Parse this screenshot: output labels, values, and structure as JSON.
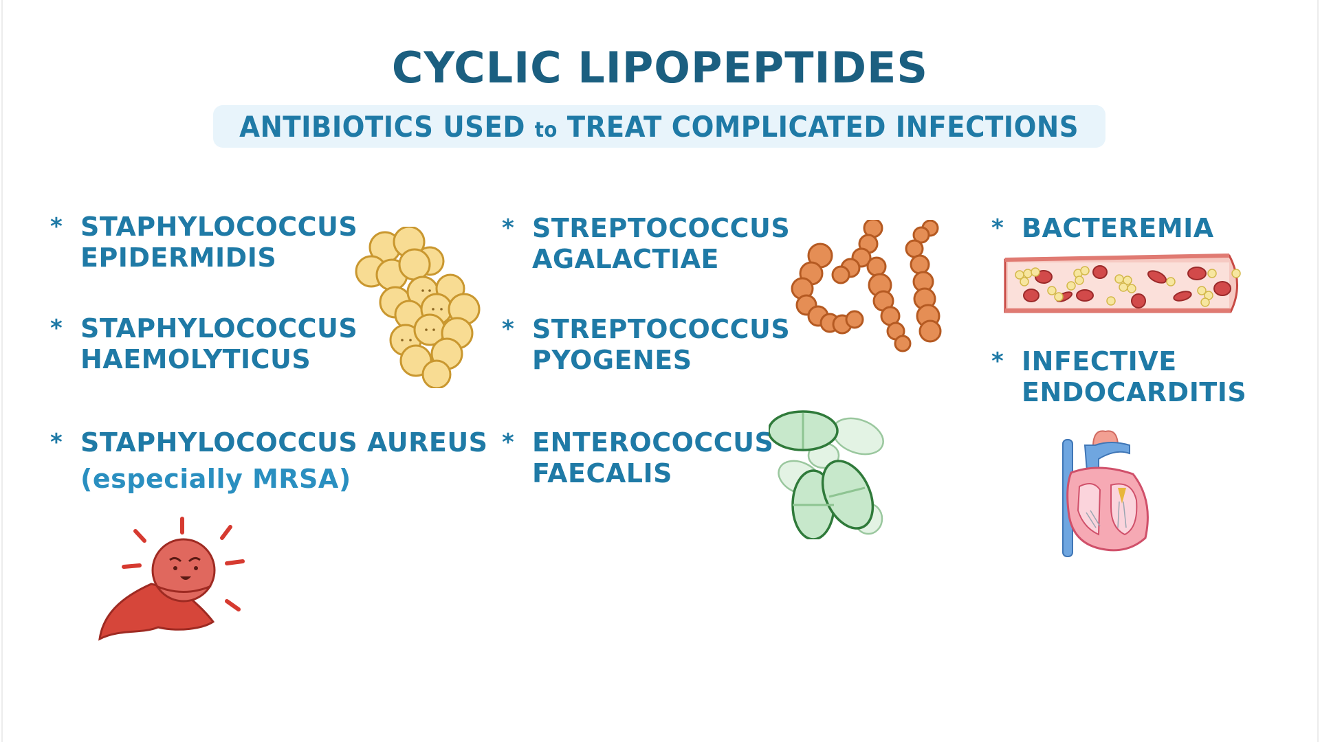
{
  "title": "CYCLIC LIPOPEPTIDES",
  "subtitle": {
    "part1": "ANTIBIOTICS USED ",
    "small": "to",
    "part2": " TREAT COMPLICATED INFECTIONS"
  },
  "bullet_glyph": "*",
  "columns": [
    {
      "heading": "staphylococci",
      "items": [
        {
          "lines": [
            "STAPHYLOCOCCUS",
            "EPIDERMIDIS"
          ]
        },
        {
          "lines": [
            "STAPHYLOCOCCUS",
            "HAEMOLYTICUS"
          ]
        },
        {
          "lines": [
            "STAPHYLOCOCCUS AUREUS"
          ],
          "note": "(especially MRSA)"
        }
      ]
    },
    {
      "heading": "streptococci-enterococci",
      "items": [
        {
          "lines": [
            "STREPTOCOCCUS",
            "AGALACTIAE"
          ]
        },
        {
          "lines": [
            "STREPTOCOCCUS",
            "PYOGENES"
          ]
        },
        {
          "lines": [
            "ENTEROCOCCUS",
            "FAECALIS"
          ]
        }
      ]
    },
    {
      "heading": "conditions",
      "items": [
        {
          "lines": [
            "BACTEREMIA"
          ]
        },
        {
          "lines": [
            "INFECTIVE",
            "ENDOCARDITIS"
          ]
        }
      ]
    }
  ],
  "illustrations": [
    {
      "name": "staphylococcus-cluster",
      "color": "#f5d27a"
    },
    {
      "name": "mrsa-superhero",
      "color": "#d9504a"
    },
    {
      "name": "streptococcus-chains",
      "color": "#e0894f"
    },
    {
      "name": "enterococcus-diplococci",
      "color": "#a9d8b0"
    },
    {
      "name": "blood-vessel",
      "color": "#f2a6a0"
    },
    {
      "name": "heart",
      "color": "#f08a9a"
    }
  ],
  "colors": {
    "title": "#1b5f80",
    "text": "#1f7aa6",
    "note": "#2a8fc0",
    "subtitle_band": "#e8f4fb"
  }
}
